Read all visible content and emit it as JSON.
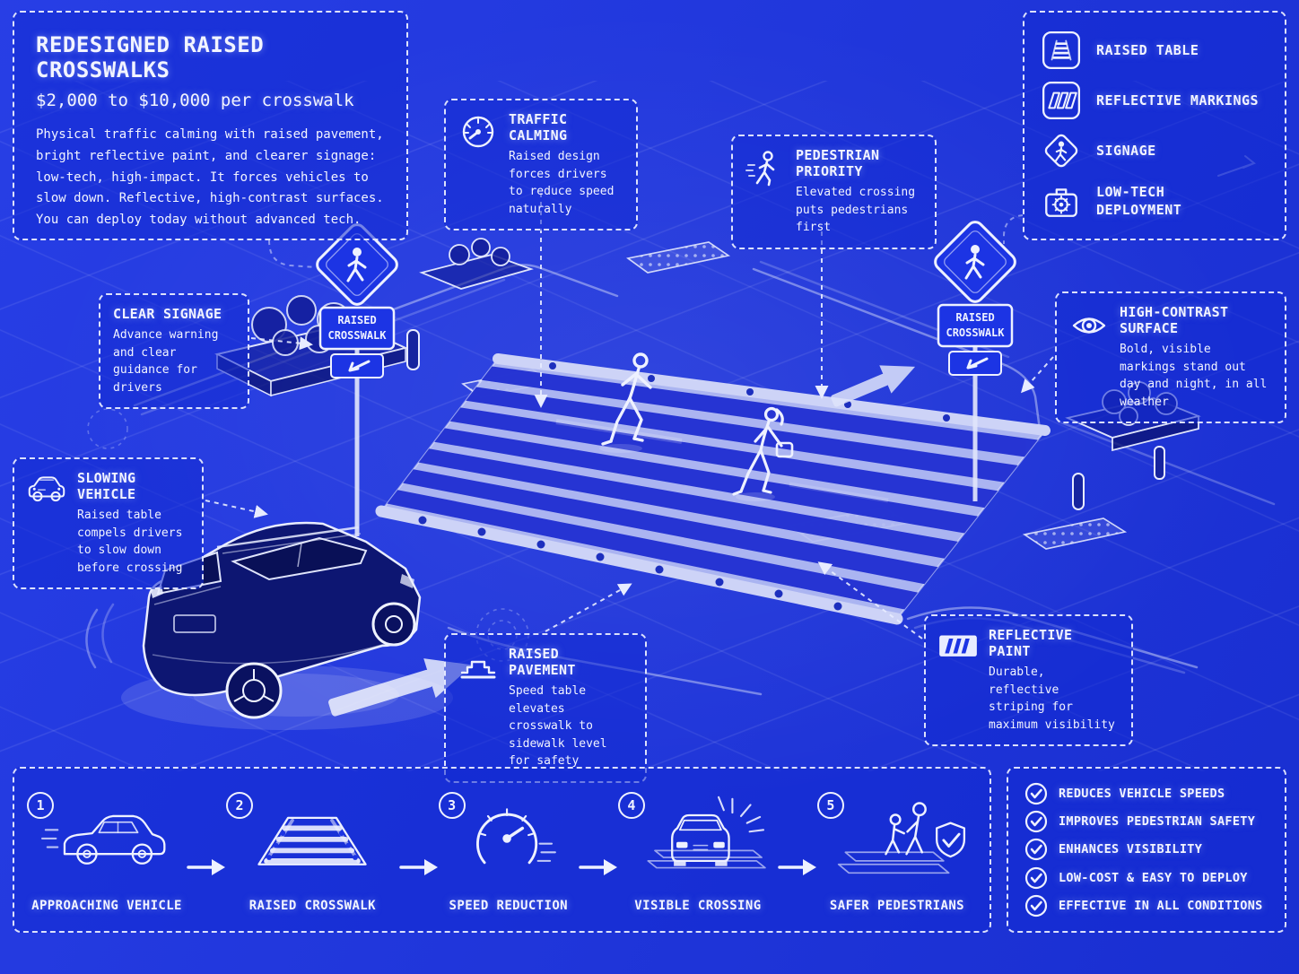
{
  "colors": {
    "background": "#1c34e4",
    "line": "#e8ecff",
    "pale_surface": "#b5bdf2",
    "dark_stripe": "#1f2ed2",
    "vehicle_body": "#0d1672"
  },
  "title_box": {
    "title": "REDESIGNED RAISED CROSSWALKS",
    "subtitle": "$2,000 to $10,000 per crosswalk",
    "body": "Physical traffic calming with raised pavement, bright reflective paint, and clearer signage: low-tech, high-impact. It forces vehicles to slow down. Reflective, high-contrast surfaces. You can deploy today without advanced tech."
  },
  "legend": {
    "items": [
      {
        "icon": "raised-table-icon",
        "label": "RAISED TABLE"
      },
      {
        "icon": "reflective-markings-icon",
        "label": "REFLECTIVE MARKINGS"
      },
      {
        "icon": "signage-icon",
        "label": "SIGNAGE"
      },
      {
        "icon": "low-tech-deployment-icon",
        "label": "LOW-TECH\nDEPLOYMENT"
      }
    ]
  },
  "callouts": [
    {
      "title": "TRAFFIC CALMING",
      "body": "Raised design forces drivers to reduce speed naturally",
      "icon": "speedometer-icon"
    },
    {
      "title": "PEDESTRIAN PRIORITY",
      "body": "Elevated crossing puts pedestrians first",
      "icon": "walking-person-icon"
    },
    {
      "title": "CLEAR SIGNAGE",
      "body": "Advance warning and clear guidance for drivers",
      "icon": null
    },
    {
      "title": "HIGH-CONTRAST SURFACE",
      "body": "Bold, visible markings stand out day and night, in all weather",
      "icon": "eye-icon"
    },
    {
      "title": "SLOWING VEHICLE",
      "body": "Raised table compels drivers to slow down before crossing",
      "icon": "car-icon"
    },
    {
      "title": "RAISED PAVEMENT",
      "body": "Speed table elevates crosswalk to sidewalk level for safety",
      "icon": "speed-table-icon"
    },
    {
      "title": "REFLECTIVE PAINT",
      "body": "Durable, reflective striping for maximum visibility",
      "icon": "reflective-stripes-icon"
    }
  ],
  "scene": {
    "sign_line1": "RAISED",
    "sign_line2": "CROSSWALK"
  },
  "process": {
    "steps": [
      {
        "number": "1",
        "label": "APPROACHING VEHICLE",
        "icon": "suv-side-icon"
      },
      {
        "number": "2",
        "label": "RAISED CROSSWALK",
        "icon": "raised-crosswalk-icon"
      },
      {
        "number": "3",
        "label": "SPEED REDUCTION",
        "icon": "speedometer-gauge-icon"
      },
      {
        "number": "4",
        "label": "VISIBLE CROSSING",
        "icon": "car-front-crossing-icon"
      },
      {
        "number": "5",
        "label": "SAFER PEDESTRIANS",
        "icon": "pedestrians-shield-icon"
      }
    ]
  },
  "benefits": {
    "items": [
      "REDUCES VEHICLE SPEEDS",
      "IMPROVES PEDESTRIAN SAFETY",
      "ENHANCES VISIBILITY",
      "LOW-COST & EASY TO DEPLOY",
      "EFFECTIVE IN ALL CONDITIONS"
    ]
  }
}
